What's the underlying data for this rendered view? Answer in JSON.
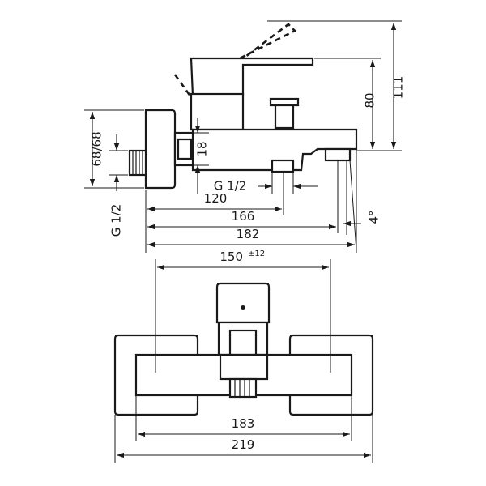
{
  "dimensions": {
    "d_111": "111",
    "d_80": "80",
    "d_68_68": "68/68",
    "d_18": "18",
    "d_g12_side": "G 1/2",
    "d_g12_outlet": "G 1/2",
    "d_120": "120",
    "d_166": "166",
    "d_182": "182",
    "d_4deg": "4°",
    "d_150": "150",
    "d_150_tol": "±12",
    "d_183": "183",
    "d_219": "219"
  },
  "colors": {
    "line": "#1a1a1a",
    "background": "#ffffff"
  }
}
